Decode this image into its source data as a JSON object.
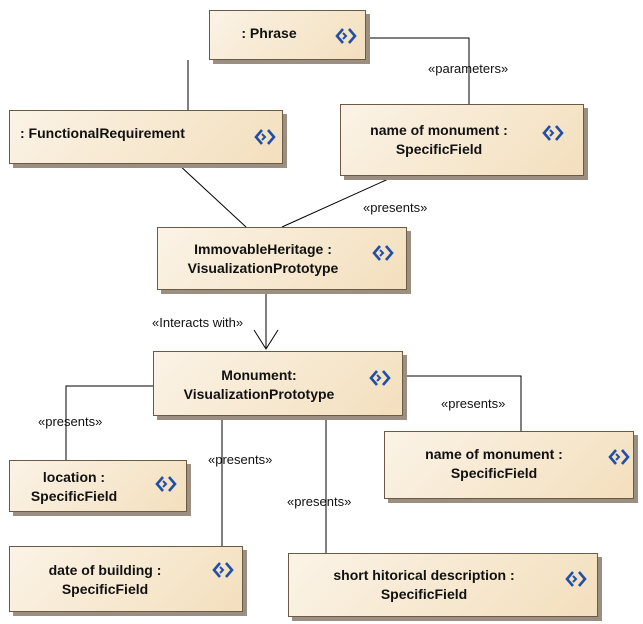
{
  "nodes": {
    "phrase": {
      "line1": ": Phrase",
      "icon": "object-instance-icon"
    },
    "functional_requirement": {
      "line1": ": FunctionalRequirement",
      "icon": "object-instance-icon"
    },
    "name_of_monument_top": {
      "line1": "name of monument :",
      "line2": "SpecificField",
      "icon": "object-instance-icon"
    },
    "immovable_heritage": {
      "line1": "ImmovableHeritage :",
      "line2": "VisualizationPrototype",
      "icon": "object-instance-icon"
    },
    "monument": {
      "line1": "Monument:",
      "line2": "VisualizationPrototype",
      "icon": "object-instance-icon"
    },
    "name_of_monument_right": {
      "line1": "name of monument :",
      "line2": "SpecificField",
      "icon": "object-instance-icon"
    },
    "location": {
      "line1": "location :",
      "line2": "SpecificField",
      "icon": "object-instance-icon"
    },
    "date_of_building": {
      "line1": "date of building :",
      "line2": "SpecificField",
      "icon": "object-instance-icon"
    },
    "short_description": {
      "line1": "short hitorical description :",
      "line2": "SpecificField",
      "icon": "object-instance-icon"
    }
  },
  "stereotypes": {
    "parameters": "«parameters»",
    "presents_top": "«presents»",
    "interacts_with": "«Interacts with»",
    "presents_right": "«presents»",
    "presents_left": "«presents»",
    "presents_date": "«presents»",
    "presents_desc": "«presents»"
  },
  "colors": {
    "node_fill": "#f3dfbd",
    "node_border": "#6b5a44",
    "icon_blue": "#1f4fa8"
  }
}
